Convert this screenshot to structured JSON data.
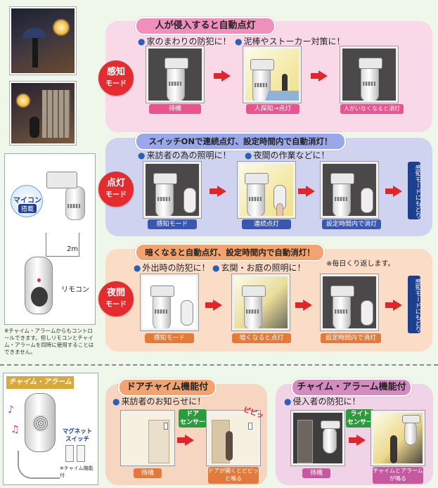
{
  "left": {
    "maicon_line1": "マイコン",
    "maicon_line2": "搭載",
    "cable_length": "2m",
    "remote_label": "リモコン",
    "note": "※チャイム・アラームからもコントロールできます。但しリモコンとチャイム・アラームを同時に使用することはできません。"
  },
  "mode1": {
    "title": "人が侵入すると自動点灯",
    "badge_line1": "感知",
    "badge_line2": "モード",
    "bullets": [
      "家のまわりの防犯に！",
      "泥棒やストーカー対策に！"
    ],
    "captions": [
      "待機",
      "人探知→点灯",
      "人がいなくなると消灯"
    ]
  },
  "mode2": {
    "title": "スイッチONで連続点灯、設定時間内で自動消灯！",
    "badge_line1": "点灯",
    "badge_line2": "モード",
    "bullets": [
      "来訪者の為の照明に！",
      "夜間の作業などに！"
    ],
    "captions": [
      "感知モード",
      "連続点灯",
      "設定時間内で消灯"
    ],
    "vtab": "感知モードにもどります"
  },
  "mode3": {
    "title": "暗くなると自動点灯、設定時間内で自動消灯！",
    "badge_line1": "夜間",
    "badge_line2": "モード",
    "bullets": [
      "外出時の防犯に！",
      "玄関・お庭の照明に！"
    ],
    "repeat_note": "※毎日くり返します。",
    "captions": [
      "感知モード",
      "暗くなると点灯",
      "設定時間内で消灯"
    ],
    "vtab": "感知モードにもどります"
  },
  "chime": {
    "heading": "チャイム・アラーム",
    "magnet_line1": "マグネット",
    "magnet_line2": "スイッチ",
    "chime_note": "※チャイム機能付"
  },
  "door": {
    "title": "ドアチャイム機能付",
    "bullet": "来訪者のお知らせに！",
    "sensor_line1": "ドア",
    "sensor_line2": "センサー",
    "sound": "ピピッ",
    "captions": [
      "待機",
      "ドアが開くとピピッと鳴る"
    ]
  },
  "alarm": {
    "title": "チャイム・アラーム機能付",
    "bullet": "侵入者の防犯に！",
    "sensor_line1": "ライト",
    "sensor_line2": "センサー",
    "captions": [
      "待機",
      "チャイムとアラームが鳴る"
    ]
  },
  "colors": {
    "mode1_panel": "#f9d8e8",
    "mode2_panel": "#cfd3f0",
    "mode3_panel": "#fbdcc6",
    "door_panel": "#f6d6c0",
    "alarm_panel": "#f1d3e7",
    "badge_red": "#e42b2f",
    "badge_blue": "#3060c0",
    "arrow_red": "#e0262a"
  }
}
